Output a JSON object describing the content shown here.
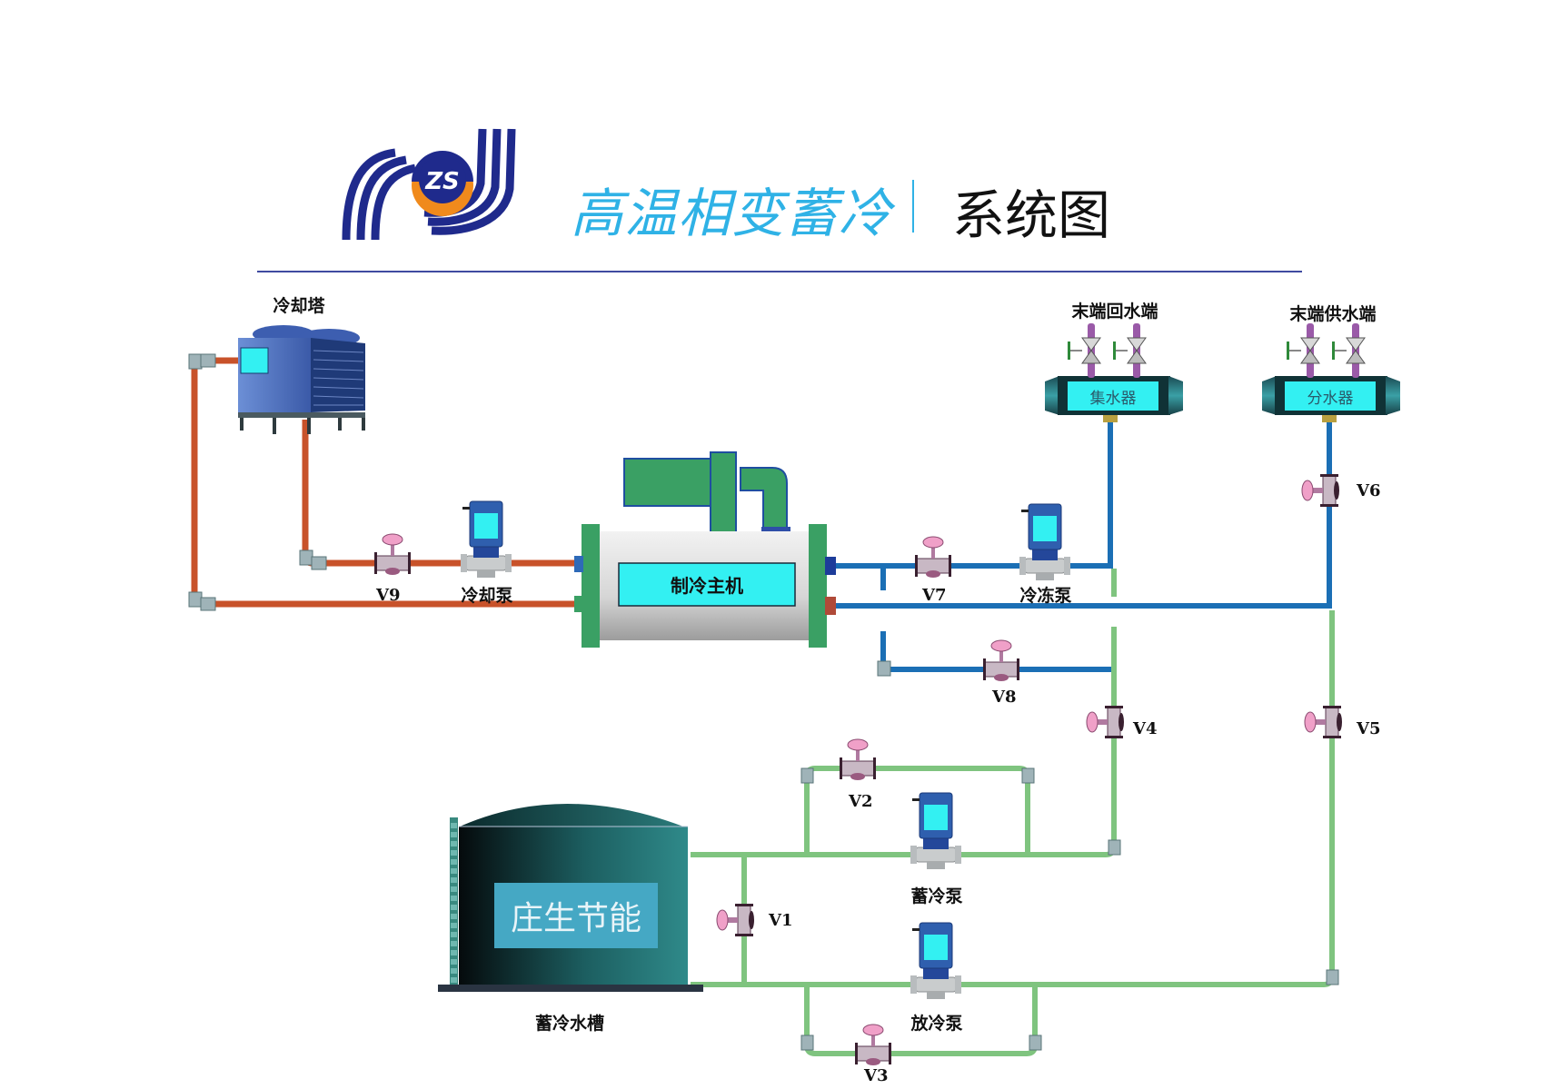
{
  "header": {
    "logo_text": "ZS",
    "title": "高温相变蓄冷",
    "subtitle": "系统图"
  },
  "colors": {
    "cooling_water_pipe": "#c8522a",
    "chilled_water_pipe": "#1b6fb5",
    "storage_pipe": "#7fc47f",
    "title_accent": "#2fb2e6",
    "logo_blue": "#1f2a8c",
    "logo_orange": "#f08a1c",
    "label_box": "#33f0f2",
    "tank_brand_box": "#45a8c4"
  },
  "equipment": {
    "cooling_tower": "冷却塔",
    "chiller": "制冷主机",
    "cooling_pump": "冷却泵",
    "chilled_pump": "冷冻泵",
    "return_end": "末端回水端",
    "supply_end": "末端供水端",
    "collector": "集水器",
    "distributor": "分水器",
    "storage_pump": "蓄冷泵",
    "discharge_pump": "放冷泵",
    "tank": "蓄冷水槽",
    "tank_brand": "庄生节能"
  },
  "valves": {
    "v1": "V1",
    "v2": "V2",
    "v3": "V3",
    "v4": "V4",
    "v5": "V5",
    "v6": "V6",
    "v7": "V7",
    "v8": "V8",
    "v9": "V9"
  }
}
